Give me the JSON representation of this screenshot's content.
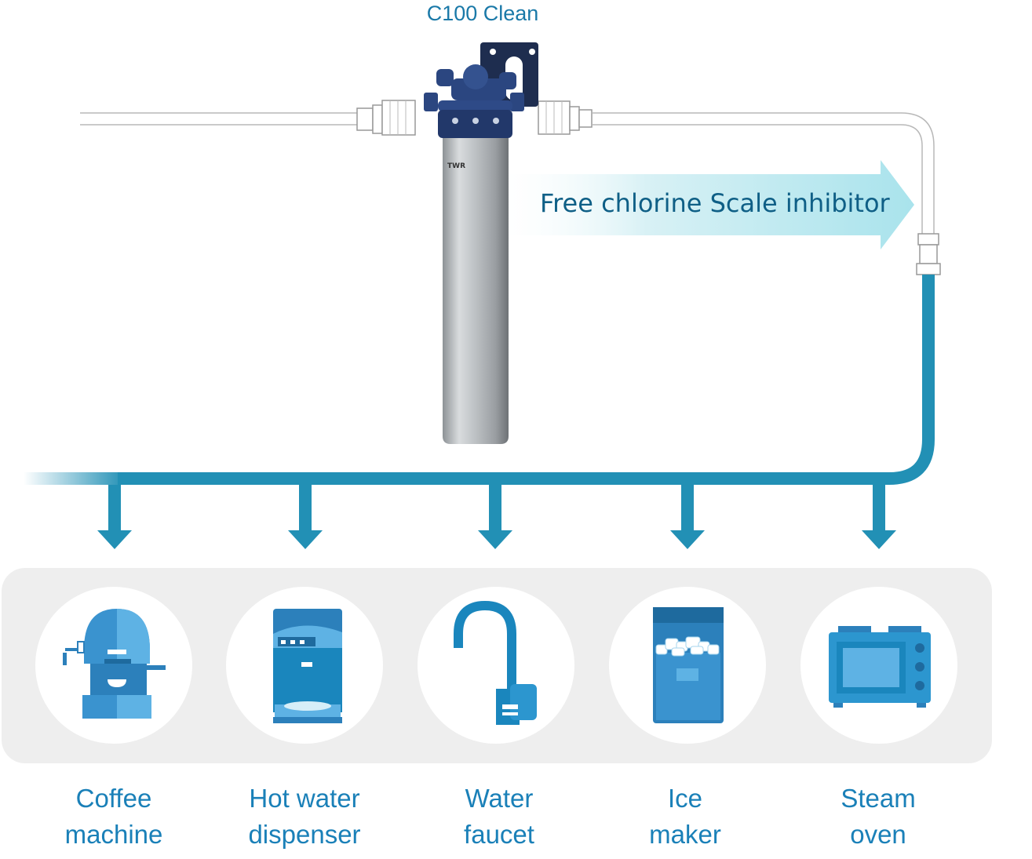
{
  "product": {
    "name": "C100 Clean",
    "brand_mark": "TWR"
  },
  "flow_arrow": {
    "text": "Free chlorine Scale inhibitor"
  },
  "appliances": [
    {
      "line1": "Coffee",
      "line2": "machine",
      "icon": "coffee-machine-icon"
    },
    {
      "line1": "Hot water",
      "line2": "dispenser",
      "icon": "water-dispenser-icon"
    },
    {
      "line1": "Water",
      "line2": "faucet",
      "icon": "faucet-icon"
    },
    {
      "line1": "Ice",
      "line2": "maker",
      "icon": "ice-maker-icon"
    },
    {
      "line1": "Steam",
      "line2": "oven",
      "icon": "steam-oven-icon"
    }
  ],
  "colors": {
    "pipe_blue": "#2290b5",
    "title_blue": "#1a79a8",
    "label_blue": "#1a80b8",
    "arrow_text": "#0f5f86",
    "filter_cap": "#223a6b",
    "panel_gray": "#eeeeee"
  }
}
